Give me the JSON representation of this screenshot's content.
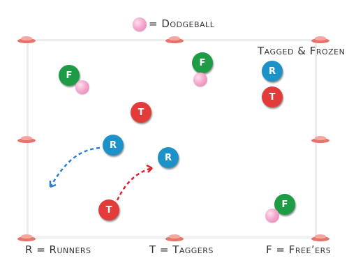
{
  "legend": {
    "ball_label": "= Dodgeball",
    "runners_label": "R = Runners",
    "taggers_label": "T = Taggers",
    "freers_label": "F = Free’ers",
    "frozen_area_label": "Tagged & Frozen"
  },
  "players": {
    "runner_letter": "R",
    "tagger_letter": "T",
    "freer_letter": "F"
  },
  "colors": {
    "runner": "#1d92c8",
    "tagger": "#e23b3a",
    "freer": "#1e9c45",
    "dodgeball": "#f5a9cf",
    "cone": "#e8736a",
    "boundary": "#ececec",
    "runner_path": "#2a7fd4",
    "tagger_path": "#e0202c"
  }
}
